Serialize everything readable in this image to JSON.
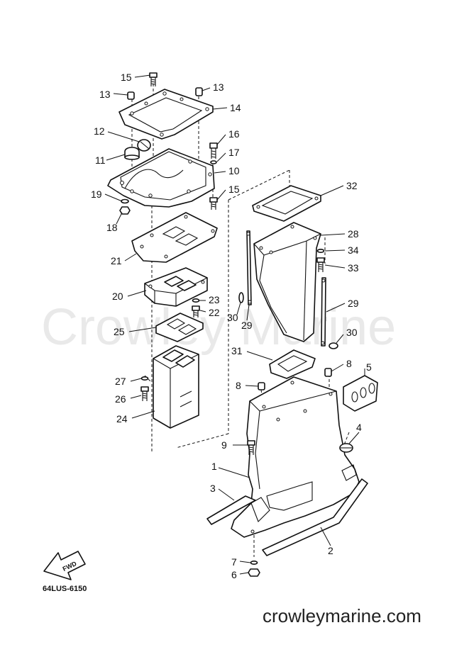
{
  "watermark": "Crowley Marine",
  "drawing_code": "64LUS-6150",
  "site_label": "crowleymarine.com",
  "fwd_label": "FWD",
  "callouts": {
    "c15a": "15",
    "c13a": "13",
    "c13b": "13",
    "c14": "14",
    "c12": "12",
    "c16": "16",
    "c11": "11",
    "c17": "17",
    "c10": "10",
    "c15b": "15",
    "c32": "32",
    "c19": "19",
    "c18": "18",
    "c28": "28",
    "c34": "34",
    "c21": "21",
    "c33": "33",
    "c20": "20",
    "c23": "23",
    "c22": "22",
    "c29a": "29",
    "c30a": "30",
    "c29b": "29",
    "c25": "25",
    "c30b": "30",
    "c31": "31",
    "c8a": "8",
    "c5": "5",
    "c27": "27",
    "c8b": "8",
    "c26": "26",
    "c24": "24",
    "c4": "4",
    "c9": "9",
    "c1": "1",
    "c3": "3",
    "c2": "2",
    "c7": "7",
    "c6": "6"
  }
}
